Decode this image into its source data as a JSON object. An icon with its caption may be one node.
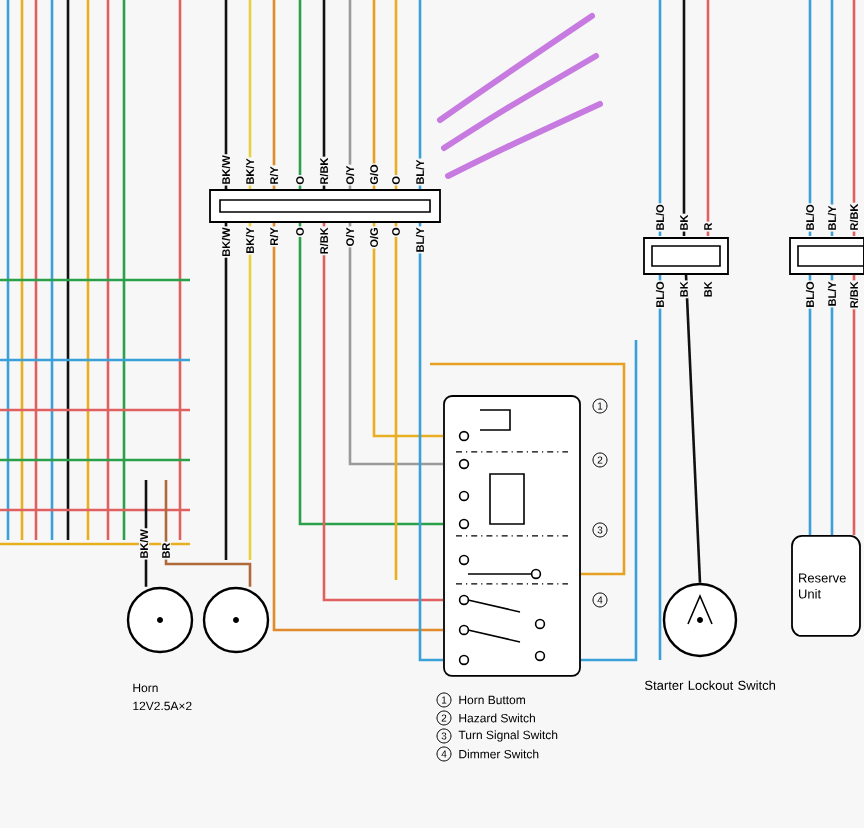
{
  "diagram": {
    "nodes": [
      {
        "text": [],
        "shape": "bar"
      },
      {
        "text": [],
        "shape": "bar"
      },
      {
        "text": [],
        "shape": "bar"
      },
      {
        "text": [],
        "shape": "box"
      },
      {
        "text": [],
        "shape": "circle"
      },
      {
        "text": [],
        "shape": "circle"
      },
      {
        "text": [],
        "shape": "circle",
        "beside": [
          "Starter Lockout Switch"
        ]
      },
      {
        "text": [
          "Reserve Unit"
        ]
      }
    ],
    "edges": [
      {
        "from": 0,
        "to": 3,
        "arrow": "none",
        "color": "#e08a2a"
      },
      {
        "from": 0,
        "to": 3,
        "arrow": "none",
        "color": "#2aa04a"
      },
      {
        "from": 0,
        "to": 3,
        "arrow": "none",
        "color": "#e06060"
      },
      {
        "from": 0,
        "to": 3,
        "arrow": "none",
        "color": "#9a9a9a"
      },
      {
        "from": 0,
        "to": 3,
        "arrow": "none",
        "color": "#e8b020"
      },
      {
        "from": null,
        "to": 4,
        "arrow": "none",
        "color": "#111111"
      },
      {
        "from": null,
        "to": 5,
        "arrow": "none",
        "color": "#b06a3a"
      },
      {
        "from": 1,
        "to": 6,
        "arrow": "none",
        "color": "#111111"
      },
      {
        "from": 2,
        "to": 7,
        "arrow": "none",
        "color": "#3aa0d8"
      },
      {
        "from": 2,
        "to": 7,
        "arrow": "none",
        "color": "#3aa0d8"
      },
      {
        "from": 2,
        "to": 7,
        "arrow": "none",
        "color": "#e06060"
      },
      {
        "from": 0,
        "to": null,
        "arrow": "none",
        "color": "#111111"
      },
      {
        "from": 0,
        "to": null,
        "arrow": "none",
        "color": "#e8d040"
      },
      {
        "from": 0,
        "to": null,
        "arrow": "none",
        "color": "#e8b020"
      },
      {
        "from": 0,
        "to": 3,
        "arrow": "none",
        "color": "#3aa0d8"
      }
    ],
    "labels": [
      "BK/W",
      "BK/Y",
      "R/Y",
      "O",
      "R/BK",
      "O/Y",
      "G/O",
      "O",
      "BL/Y",
      "BK/W",
      "BK/Y",
      "R/Y",
      "O",
      "R/BK",
      "O/Y",
      "O/G",
      "O",
      "BL/Y",
      "BL/O",
      "BK",
      "R",
      "BL/O",
      "BL/Y",
      "R/BK",
      "BL/O",
      "BK",
      "BK",
      "BL/O",
      "BL/Y",
      "R/BK",
      "BK/W",
      "BR",
      "1",
      "2",
      "3",
      "4",
      "1",
      "Horn Buttom",
      "2",
      "Hazard Switch",
      "3",
      "Turn Signal Switch",
      "4",
      "Dimmer Switch",
      "Horn",
      "12V2.5A×2"
    ]
  }
}
